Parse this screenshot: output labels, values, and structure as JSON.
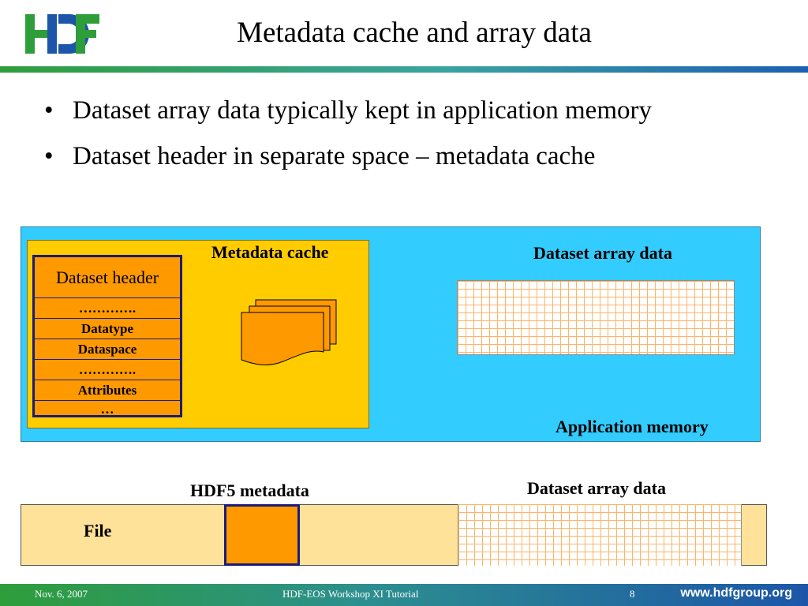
{
  "header": {
    "logo_text": "HDF",
    "title": "Metadata cache and array data"
  },
  "bullets": [
    "Dataset array data typically kept in application memory",
    "Dataset header in separate space – metadata cache"
  ],
  "bullet_symbol": "•",
  "diagram": {
    "metadata_cache_label": "Metadata cache",
    "dataset_header_rows": [
      "Dataset header",
      "………….",
      "Datatype",
      "Dataspace",
      "………….",
      "Attributes",
      "…"
    ],
    "array_label_memory": "Dataset array data",
    "application_memory_label": "Application memory",
    "hdf5_metadata_label": "HDF5 metadata",
    "array_label_file": "Dataset array data",
    "file_label": "File",
    "colors": {
      "application_memory": "#33ccff",
      "metadata_cache": "#ffcc00",
      "dataset_header": "#ff9900",
      "file": "#ffe29a",
      "border_blue": "#1b1b7a"
    }
  },
  "footer": {
    "date": "Nov. 6, 2007",
    "event": "HDF-EOS Workshop XI Tutorial",
    "page": "8",
    "url": "www.hdfgroup.org"
  }
}
